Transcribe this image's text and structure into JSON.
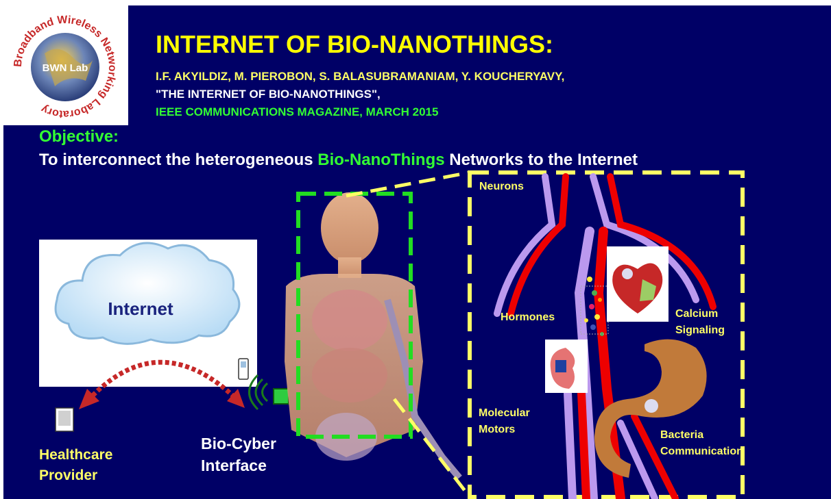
{
  "header": {
    "logo_text": [
      "Broadband Wireless Networking Laboratory",
      "BWN Lab"
    ],
    "title": "INTERNET OF BIO-NANOTHINGS:",
    "authors": "I.F. AKYILDIZ, M. PIEROBON, S. BALASUBRAMANIAM, Y. KOUCHERYAVY,",
    "paper_title": "\"THE INTERNET OF BIO-NANOTHINGS\",",
    "venue": "IEEE COMMUNICATIONS MAGAZINE, MARCH 2015"
  },
  "objective": {
    "label": "Objective:",
    "text_before": "To interconnect the heterogeneous ",
    "highlight": "Bio-NanoThings",
    "text_after": " Networks to the Internet"
  },
  "diagram": {
    "cloud_label": "Internet",
    "healthcare_label": [
      "Healthcare",
      "Provider"
    ],
    "interface_label": [
      "Bio-Cyber",
      "Interface"
    ],
    "zoom_labels": {
      "neurons": "Neurons",
      "hormones": "Hormones",
      "calcium": [
        "Calcium",
        "Signaling"
      ],
      "motors": [
        "Molecular",
        "Motors"
      ],
      "bacteria": [
        "Bacteria",
        "Communication"
      ]
    }
  },
  "colors": {
    "background": "#000066",
    "title": "#ffff00",
    "highlight": "#33ff33",
    "dashed_body": "#22dd22",
    "dashed_zoom": "#ffff66",
    "artery": "#ee0000",
    "vein": "#bb99ee"
  }
}
